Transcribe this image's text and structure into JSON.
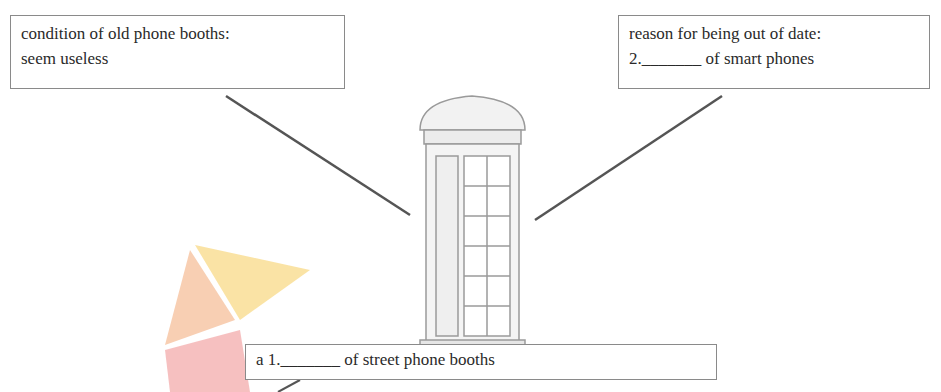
{
  "diagram": {
    "nodes": [
      {
        "text": [
          "condition of old phone booths:",
          "seem useless"
        ]
      },
      {
        "text": [
          "reason for being out of date:",
          "2._______ of smart phones"
        ]
      },
      {
        "text": [
          "a 1._______ of street phone booths"
        ]
      }
    ]
  }
}
